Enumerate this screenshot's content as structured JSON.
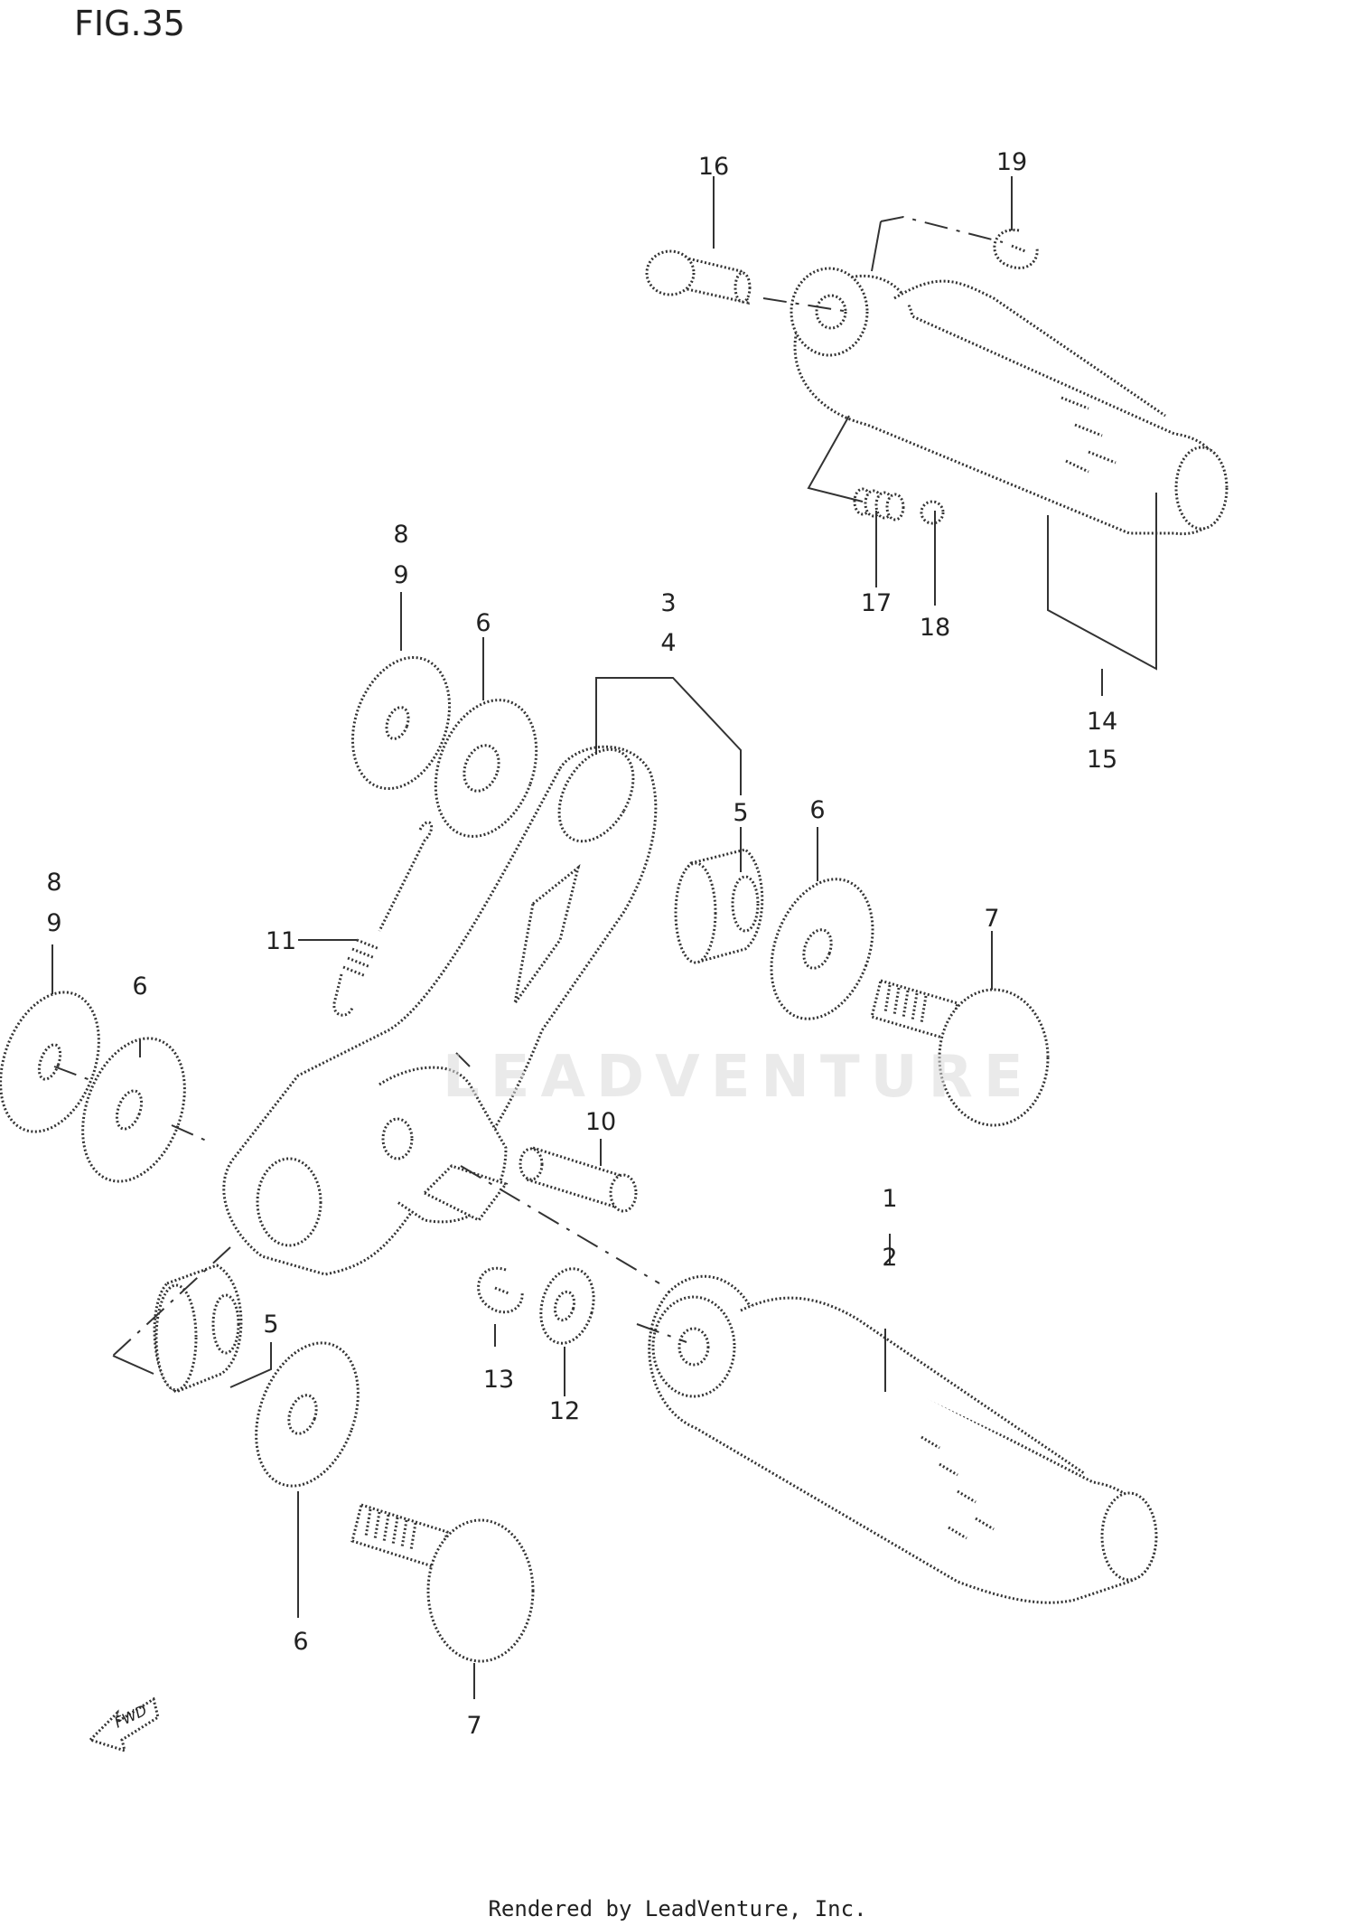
{
  "figure": {
    "title": "FIG.35"
  },
  "footer": {
    "text": "Rendered by LeadVenture, Inc."
  },
  "watermark": {
    "text": "LEADVENTURE"
  },
  "callouts": [
    {
      "id": "c16",
      "text": "16"
    },
    {
      "id": "c19",
      "text": "19"
    },
    {
      "id": "c17",
      "text": "17"
    },
    {
      "id": "c18",
      "text": "18"
    },
    {
      "id": "c14",
      "text": "14"
    },
    {
      "id": "c15",
      "text": "15"
    },
    {
      "id": "c8a",
      "text": "8"
    },
    {
      "id": "c9a",
      "text": "9"
    },
    {
      "id": "c6a",
      "text": "6"
    },
    {
      "id": "c3",
      "text": "3"
    },
    {
      "id": "c4",
      "text": "4"
    },
    {
      "id": "c5a",
      "text": "5"
    },
    {
      "id": "c6b",
      "text": "6"
    },
    {
      "id": "c7a",
      "text": "7"
    },
    {
      "id": "c8b",
      "text": "8"
    },
    {
      "id": "c9b",
      "text": "9"
    },
    {
      "id": "c6c",
      "text": "6"
    },
    {
      "id": "c11",
      "text": "11"
    },
    {
      "id": "c10",
      "text": "10"
    },
    {
      "id": "c1",
      "text": "1"
    },
    {
      "id": "c2",
      "text": "2"
    },
    {
      "id": "c5b",
      "text": "5"
    },
    {
      "id": "c13",
      "text": "13"
    },
    {
      "id": "c12",
      "text": "12"
    },
    {
      "id": "c6d",
      "text": "6"
    },
    {
      "id": "c7b",
      "text": "7"
    }
  ],
  "fwd_badge": {
    "text": "FWD"
  }
}
